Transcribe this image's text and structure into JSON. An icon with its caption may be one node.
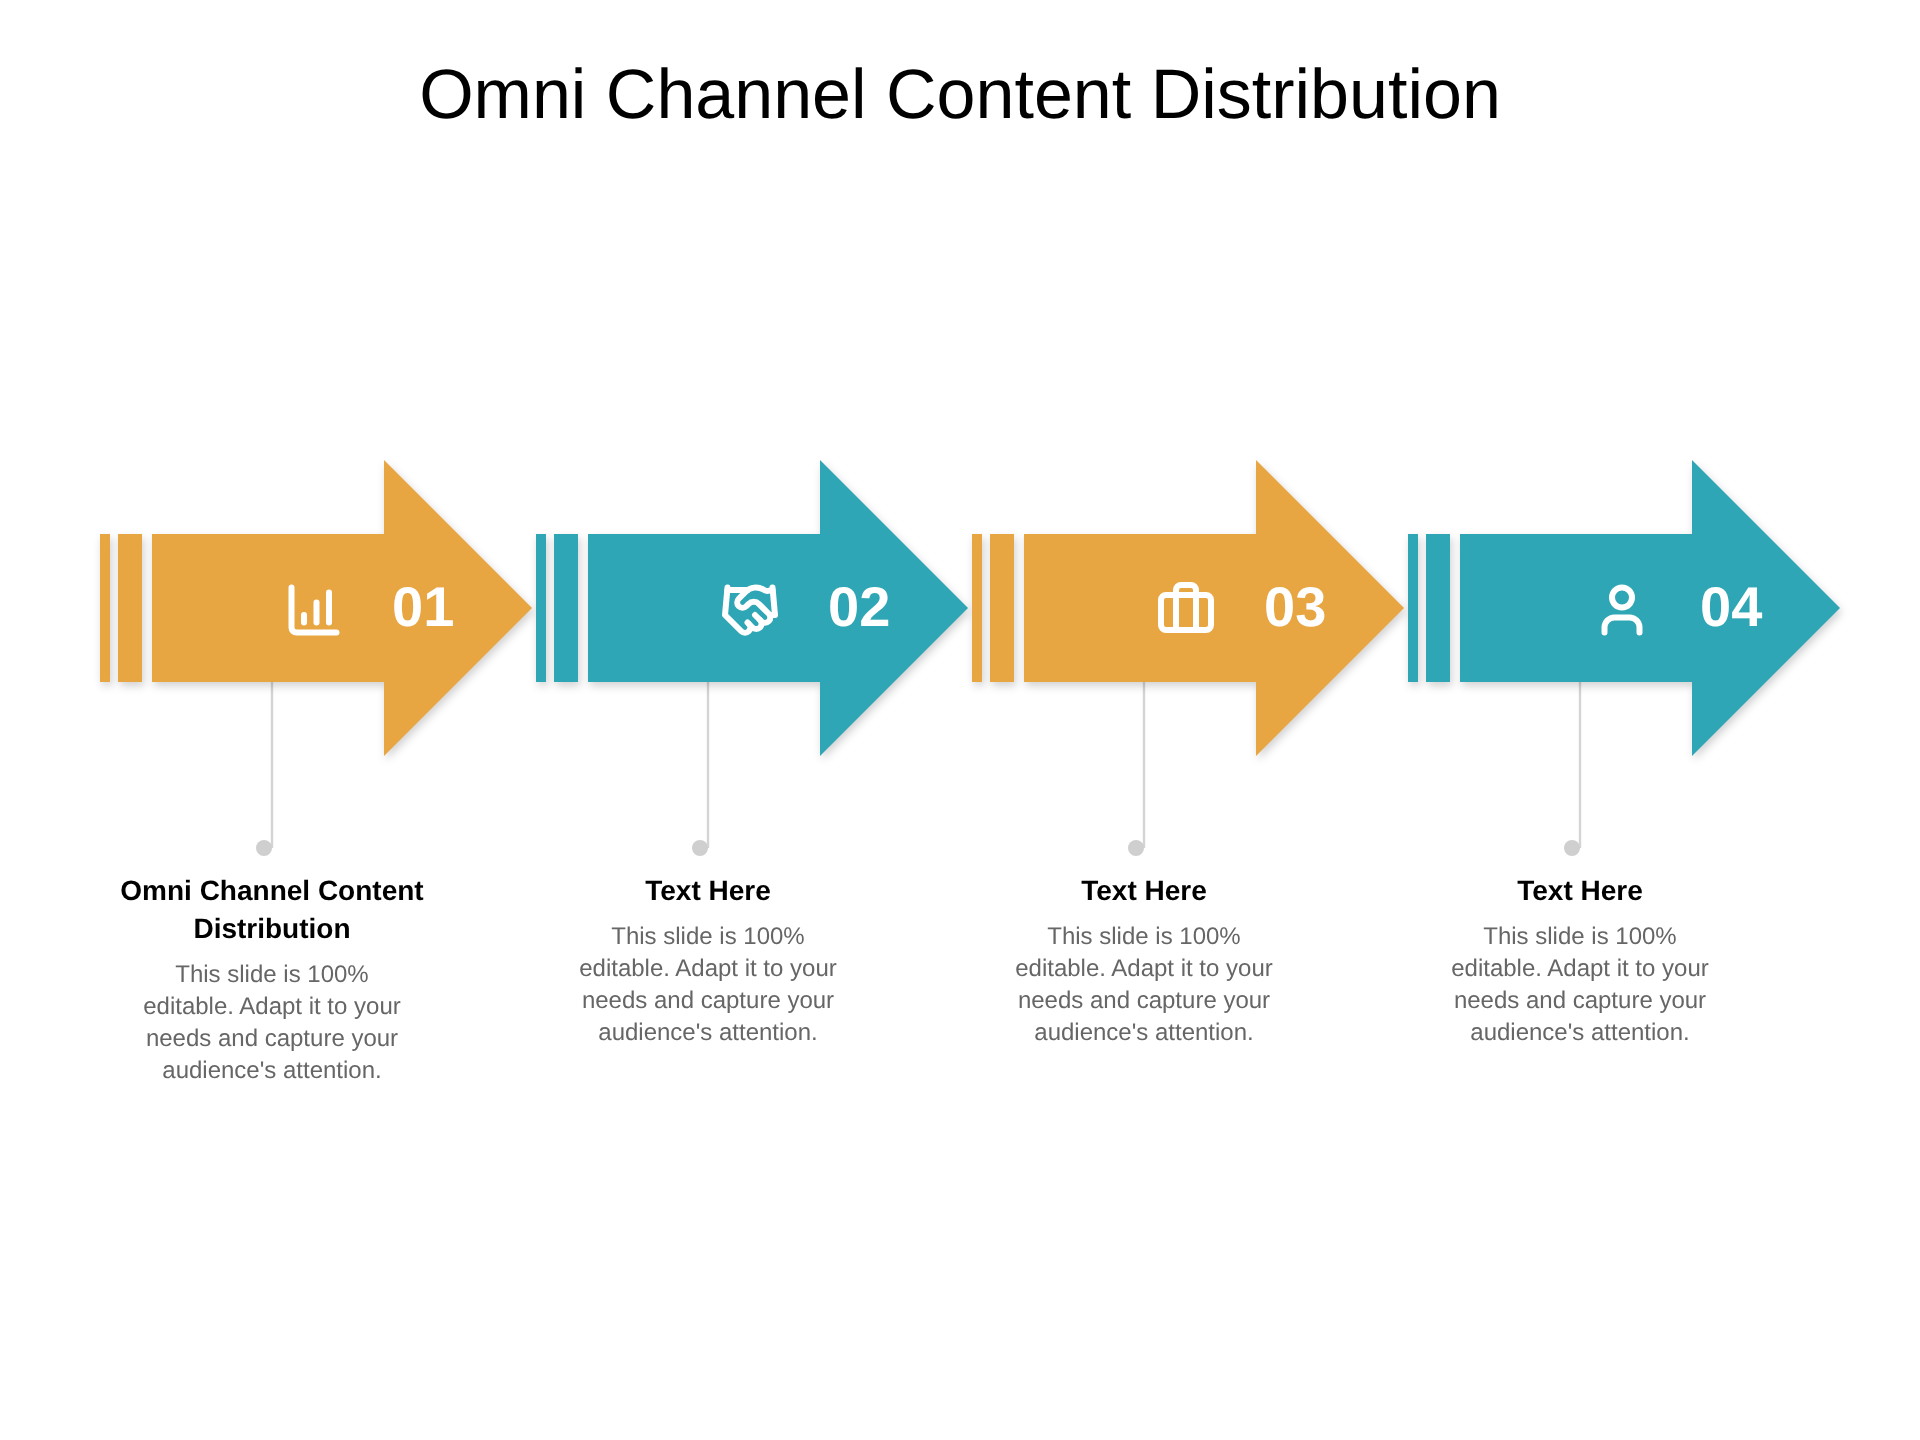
{
  "diagram": {
    "title": "Omni Channel Content Distribution",
    "nodes": [
      {
        "text": [
          "01"
        ]
      },
      {
        "text": [
          "02"
        ]
      },
      {
        "text": [
          "03"
        ]
      },
      {
        "text": [
          "04"
        ]
      },
      {
        "text": [
          "Omni Channel Content Distribution",
          "This slide is 100% editable. Adapt it to your needs and capture your audience's attention."
        ]
      },
      {
        "text": [
          "Text Here",
          "This slide is 100% editable. Adapt it to your needs and capture your audience's attention."
        ]
      },
      {
        "text": [
          "Text Here",
          "This slide is 100% editable. Adapt it to your needs and capture your audience's attention."
        ]
      },
      {
        "text": [
          "Text Here",
          "This slide is 100% editable. Adapt it to your needs and capture your audience's attention."
        ]
      }
    ],
    "edges": [
      {
        "from": 0,
        "to": 4,
        "arrow": "other"
      },
      {
        "from": 1,
        "to": 5,
        "arrow": "other"
      },
      {
        "from": 2,
        "to": 6,
        "arrow": "other"
      },
      {
        "from": 3,
        "to": 7,
        "arrow": "other"
      }
    ]
  }
}
